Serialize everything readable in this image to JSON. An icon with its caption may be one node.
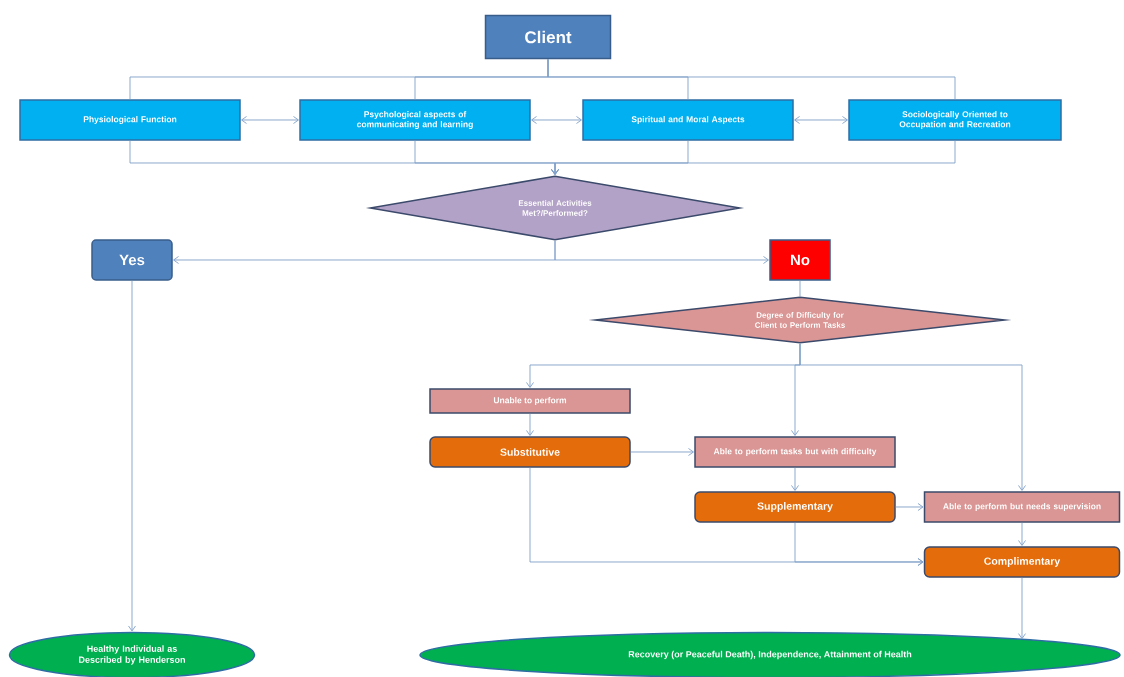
{
  "diagram": {
    "nodes": [
      {
        "text": [
          "Client"
        ]
      },
      {
        "text": [
          "Physiological Function"
        ]
      },
      {
        "text": [
          "Psychological aspects of communicating and learning"
        ]
      },
      {
        "text": [
          "Spiritual and Moral Aspects"
        ]
      },
      {
        "text": [
          "Sociologically Oriented to Occupation and Recreation"
        ]
      },
      {
        "text": [
          "Essential Activities Met?/Performed?"
        ]
      },
      {
        "text": [
          "Yes"
        ]
      },
      {
        "text": [
          "No"
        ]
      },
      {
        "text": [
          "Degree of Difficulty for Client to Perform Tasks"
        ]
      },
      {
        "text": [
          "Unable to perform"
        ]
      },
      {
        "text": [
          "Substitutive"
        ]
      },
      {
        "text": [
          "Able to perform tasks but with difficulty"
        ]
      },
      {
        "text": [
          "Supplementary"
        ]
      },
      {
        "text": [
          "Able to perform but needs supervision"
        ]
      },
      {
        "text": [
          "Complimentary"
        ]
      },
      {
        "text": [
          "Healthy Individual as Described by Henderson"
        ]
      },
      {
        "text": [
          "Recovery (or Peaceful Death), Independence, Attainment of Health"
        ]
      }
    ],
    "edges": [
      {
        "from": 0,
        "to": 1,
        "arrow": "none"
      },
      {
        "from": 0,
        "to": 2,
        "arrow": "none"
      },
      {
        "from": 0,
        "to": 3,
        "arrow": "none"
      },
      {
        "from": 0,
        "to": 4,
        "arrow": "none"
      },
      {
        "from": 1,
        "to": 2,
        "arrow": "both"
      },
      {
        "from": 2,
        "to": 3,
        "arrow": "both"
      },
      {
        "from": 3,
        "to": 4,
        "arrow": "both"
      },
      {
        "from": 1,
        "to": 5,
        "arrow": "to"
      },
      {
        "from": 2,
        "to": 5,
        "arrow": "to"
      },
      {
        "from": 3,
        "to": 5,
        "arrow": "to"
      },
      {
        "from": 4,
        "to": 5,
        "arrow": "to"
      },
      {
        "from": 5,
        "to": 6,
        "arrow": "to"
      },
      {
        "from": 5,
        "to": 7,
        "arrow": "to"
      },
      {
        "from": 6,
        "to": 15,
        "arrow": "to"
      },
      {
        "from": 7,
        "to": 8,
        "arrow": "none"
      },
      {
        "from": 8,
        "to": 9,
        "arrow": "to"
      },
      {
        "from": 8,
        "to": 11,
        "arrow": "to"
      },
      {
        "from": 8,
        "to": 13,
        "arrow": "to"
      },
      {
        "from": 9,
        "to": 10,
        "arrow": "to"
      },
      {
        "from": 10,
        "to": 11,
        "arrow": "to"
      },
      {
        "from": 11,
        "to": 12,
        "arrow": "to"
      },
      {
        "from": 12,
        "to": 13,
        "arrow": "to"
      },
      {
        "from": 13,
        "to": 14,
        "arrow": "to"
      },
      {
        "from": 10,
        "to": 14,
        "arrow": "to"
      },
      {
        "from": 12,
        "to": 14,
        "arrow": "to"
      },
      {
        "from": 14,
        "to": 16,
        "arrow": "to"
      }
    ]
  }
}
